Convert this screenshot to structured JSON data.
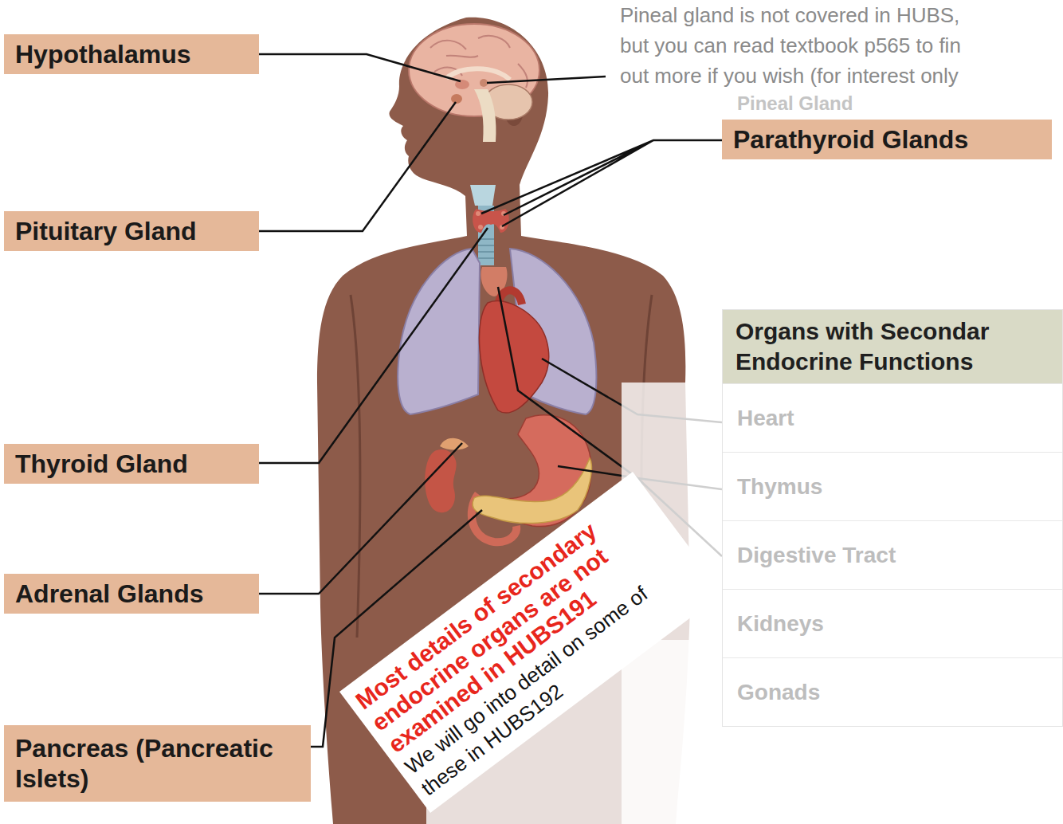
{
  "diagram": {
    "nodes": [
      {
        "text": [
          "Hypothalamus"
        ]
      },
      {
        "text": [
          "Parathyroid Glands"
        ]
      },
      {
        "text": [
          "Pituitary Gland"
        ]
      },
      {
        "text": [
          "Organs with Secondar Endocrine Functions"
        ]
      },
      {
        "text": [
          "Heart"
        ],
        "in": 3
      },
      {
        "text": [
          "Thymus"
        ],
        "in": 3
      },
      {
        "text": [
          "Digestive Tract"
        ],
        "in": 3
      },
      {
        "text": [
          "Kidneys"
        ],
        "in": 3
      },
      {
        "text": [
          "Gonads"
        ],
        "in": 3
      },
      {
        "text": [
          "Thyroid Gland"
        ]
      },
      {
        "text": [
          "Adrenal Glands"
        ]
      },
      {
        "text": [
          "Pancreas (Pancreatic Islets)"
        ]
      }
    ],
    "labels": [
      "Pineal gland is not covered in HUBS, but you can read textbook p565 to fin out more if you wish (for interest only",
      "Pineal Gland",
      "Most details of secondary endocrine organs are not examined in HUBS191",
      "We will go into detail on some of these in HUBS192"
    ]
  }
}
